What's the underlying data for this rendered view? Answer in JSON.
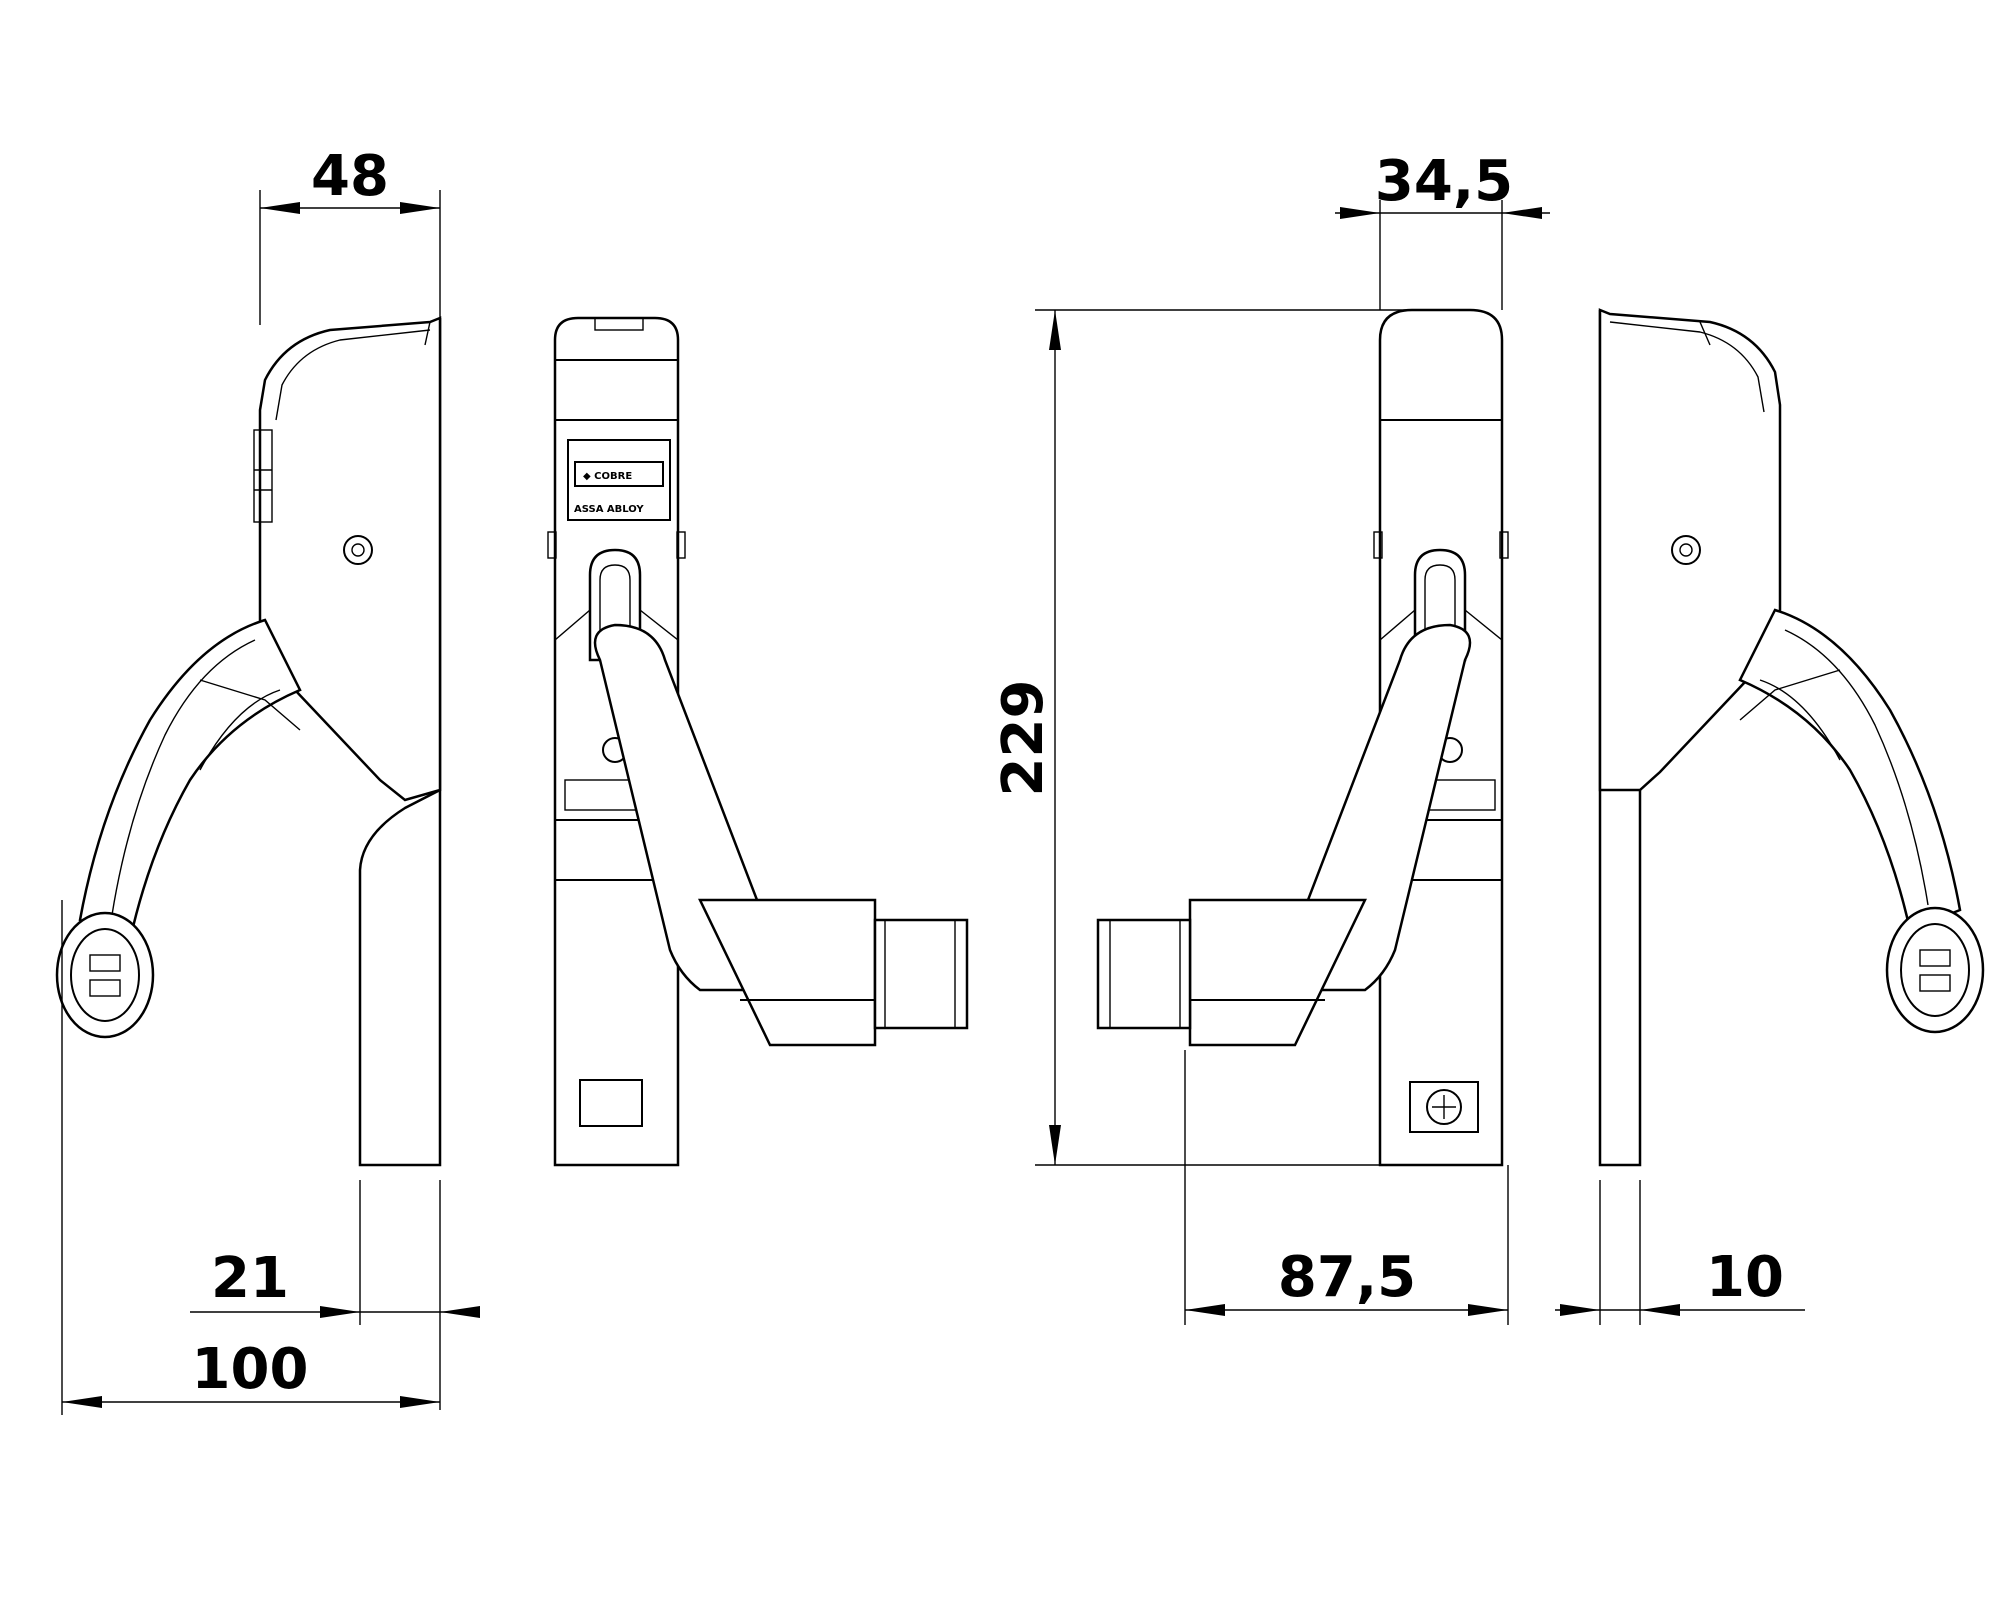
{
  "dimensions": {
    "left_width": "48",
    "right_width": "34,5",
    "height": "229",
    "base_depth": "21",
    "overall_depth": "100",
    "spindle_depth": "87,5",
    "plate_thickness": "10"
  },
  "labels": {
    "brand_logo": "◆ COBRE",
    "brand_name": "ASSA ABLOY"
  },
  "colors": {
    "line": "#000000",
    "background": "#ffffff"
  }
}
